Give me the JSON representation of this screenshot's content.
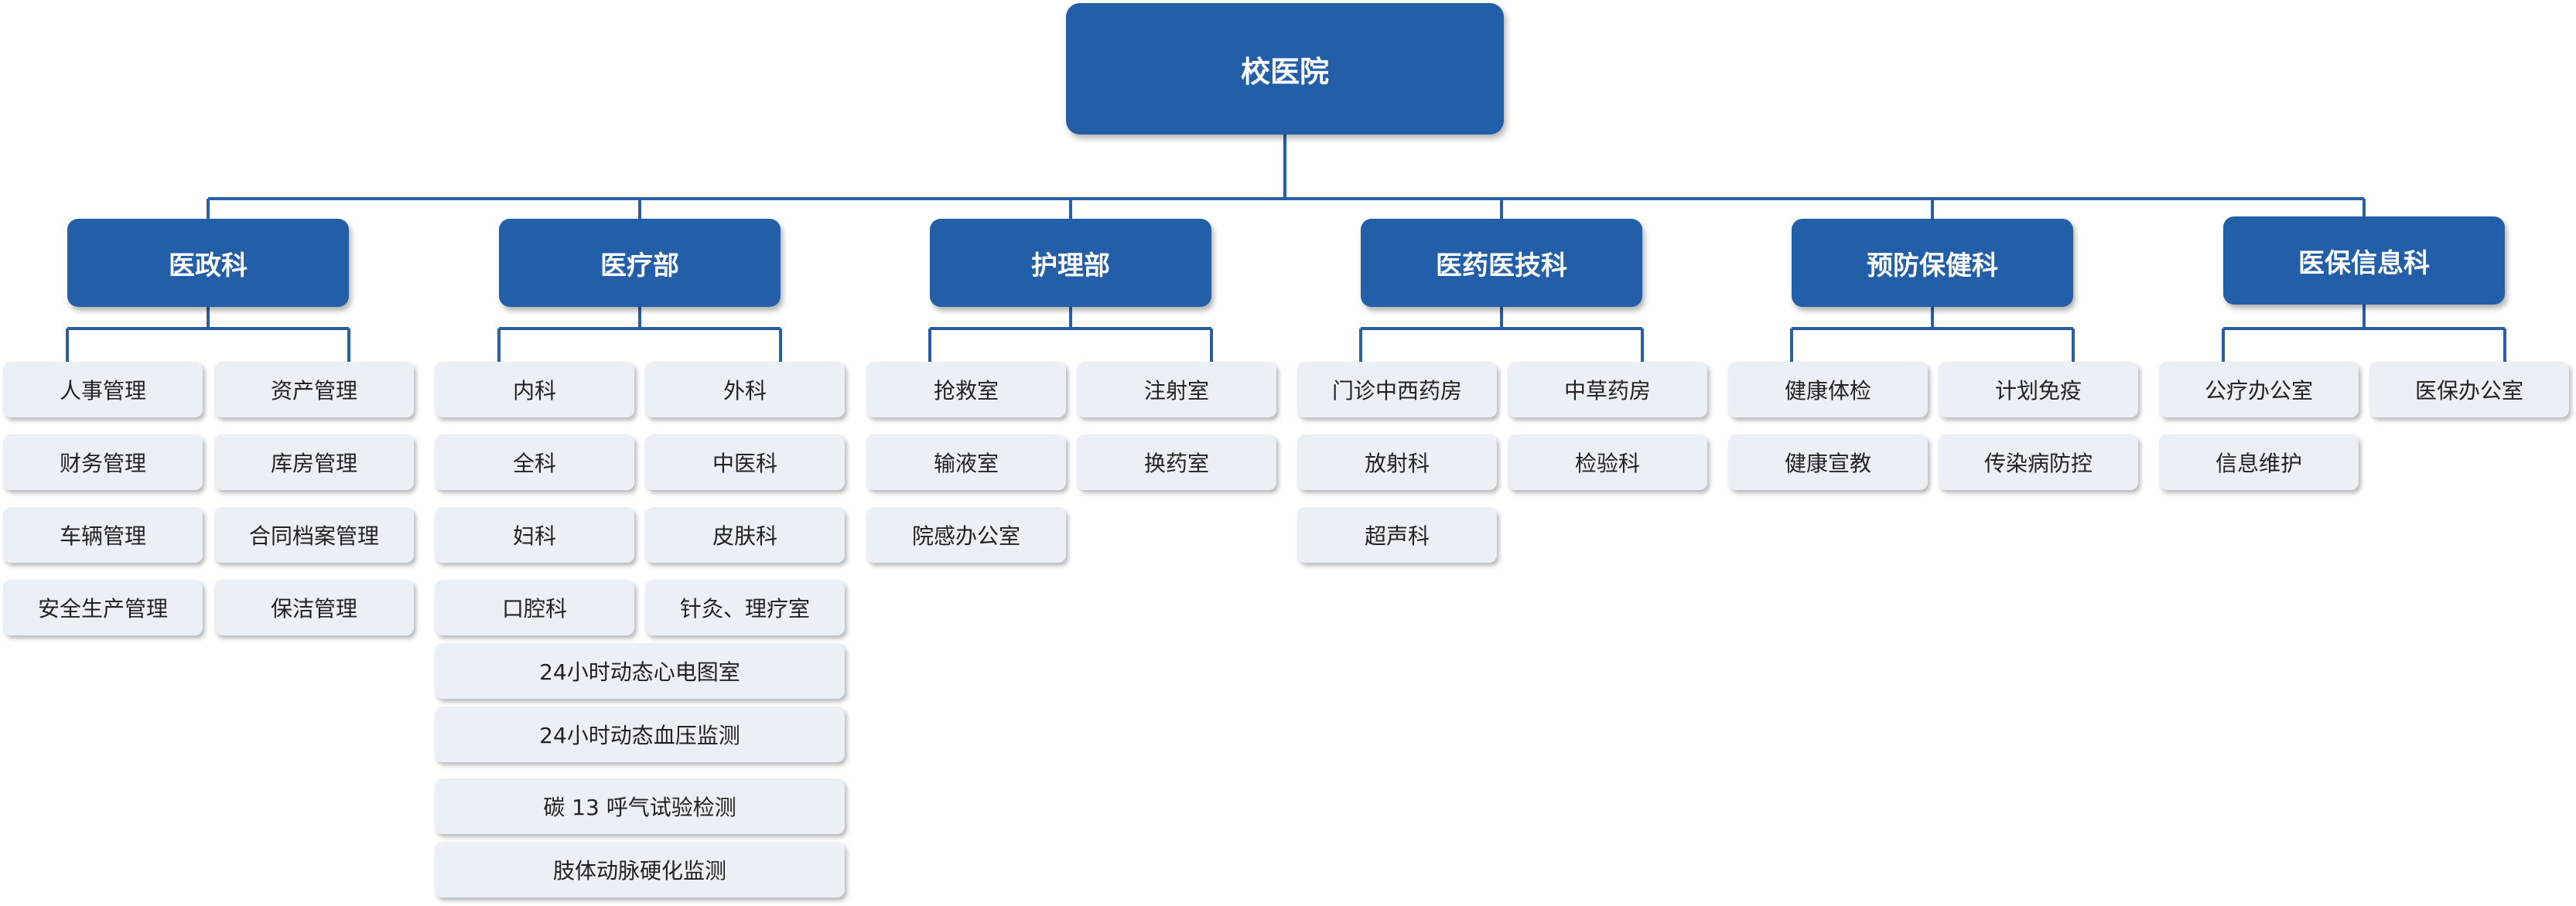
{
  "chart": {
    "root": "校医院",
    "departments": [
      {
        "name": "医政科",
        "units": [
          "人事管理",
          "资产管理",
          "财务管理",
          "库房管理",
          "车辆管理",
          "合同档案管理",
          "安全生产管理",
          "保洁管理"
        ]
      },
      {
        "name": "医疗部",
        "units": [
          "内科",
          "外科",
          "全科",
          "中医科",
          "妇科",
          "皮肤科",
          "口腔科",
          "针灸、理疗室",
          "24小时动态心电图室",
          "24小时动态血压监测",
          "碳 13 呼气试验检测",
          "肢体动脉硬化监测"
        ]
      },
      {
        "name": "护理部",
        "units": [
          "抢救室",
          "注射室",
          "输液室",
          "换药室",
          "院感办公室"
        ]
      },
      {
        "name": "医药医技科",
        "units": [
          "门诊中西药房",
          "中草药房",
          "放射科",
          "检验科",
          "超声科"
        ]
      },
      {
        "name": "预防保健科",
        "units": [
          "健康体检",
          "计划免疫",
          "健康宣教",
          "传染病防控"
        ]
      },
      {
        "name": "医保信息科",
        "units": [
          "公疗办公室",
          "医保办公室",
          "信息维护"
        ]
      }
    ]
  },
  "colors": {
    "node_fill": "#235ea8",
    "node_text": "#ffffff",
    "unit_fill": "#eaf0f6",
    "unit_text": "#222222",
    "connector": "#2a5fa5"
  }
}
